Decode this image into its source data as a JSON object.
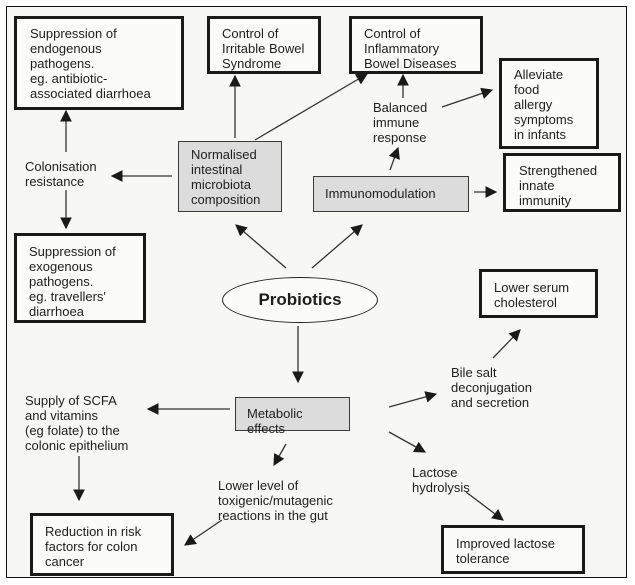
{
  "diagram": {
    "center": "Probiotics",
    "mechanisms": {
      "microbiota": "Normalised\nintestinal\nmicrobiota\ncomposition",
      "immunomodulation": "Immunomodulation",
      "metabolic": "Metabolic effects"
    },
    "intermediates": {
      "colonisation": "Colonisation\nresistance",
      "balanced_immune": "Balanced\nimmune\nresponse",
      "bile_salt": "Bile salt\ndeconjugation\nand secretion",
      "scfa": "Supply of SCFA\nand vitamins\n(eg folate) to the\ncolonic epithelium",
      "toxigenic": "Lower level of\ntoxigenic/mutagenic\nreactions in the gut",
      "lactose_hydrolysis": "Lactose\nhydrolysis"
    },
    "outcomes": {
      "endogenous": "Suppression of\nendogenous\npathogens.\neg. antibiotic-\nassociated diarrhoea",
      "ibs": "Control of\nIrritable Bowel\nSyndrome",
      "ibd": "Control of\nInflammatory\nBowel Diseases",
      "food_allergy": "Alleviate\nfood\nallergy\nsymptoms\nin infants",
      "innate": "Strengthened\ninnate\nimmunity",
      "exogenous": "Suppression of\nexogenous\npathogens.\neg. travellers'\ndiarrhoea",
      "cholesterol": "Lower serum\ncholesterol",
      "colon_cancer": "Reduction in risk\nfactors for colon\ncancer",
      "lactose_tolerance": "Improved lactose\ntolerance"
    },
    "edges": [
      {
        "from": "Probiotics",
        "to": "Normalised intestinal microbiota composition"
      },
      {
        "from": "Probiotics",
        "to": "Immunomodulation"
      },
      {
        "from": "Probiotics",
        "to": "Metabolic effects"
      },
      {
        "from": "Normalised intestinal microbiota composition",
        "to": "Colonisation resistance"
      },
      {
        "from": "Normalised intestinal microbiota composition",
        "to": "Control of Irritable Bowel Syndrome"
      },
      {
        "from": "Normalised intestinal microbiota composition",
        "to": "Control of Inflammatory Bowel Diseases"
      },
      {
        "from": "Colonisation resistance",
        "to": "Suppression of endogenous pathogens"
      },
      {
        "from": "Colonisation resistance",
        "to": "Suppression of exogenous pathogens"
      },
      {
        "from": "Immunomodulation",
        "to": "Balanced immune response"
      },
      {
        "from": "Immunomodulation",
        "to": "Strengthened innate immunity"
      },
      {
        "from": "Balanced immune response",
        "to": "Control of Inflammatory Bowel Diseases"
      },
      {
        "from": "Balanced immune response",
        "to": "Alleviate food allergy symptoms in infants"
      },
      {
        "from": "Metabolic effects",
        "to": "Supply of SCFA and vitamins"
      },
      {
        "from": "Metabolic effects",
        "to": "Bile salt deconjugation and secretion"
      },
      {
        "from": "Metabolic effects",
        "to": "Lower level of toxigenic/mutagenic reactions"
      },
      {
        "from": "Metabolic effects",
        "to": "Lactose hydrolysis"
      },
      {
        "from": "Bile salt deconjugation and secretion",
        "to": "Lower serum cholesterol"
      },
      {
        "from": "Supply of SCFA and vitamins",
        "to": "Reduction in risk factors for colon cancer"
      },
      {
        "from": "Lower level of toxigenic/mutagenic reactions",
        "to": "Reduction in risk factors for colon cancer"
      },
      {
        "from": "Lactose hydrolysis",
        "to": "Improved lactose tolerance"
      }
    ]
  }
}
